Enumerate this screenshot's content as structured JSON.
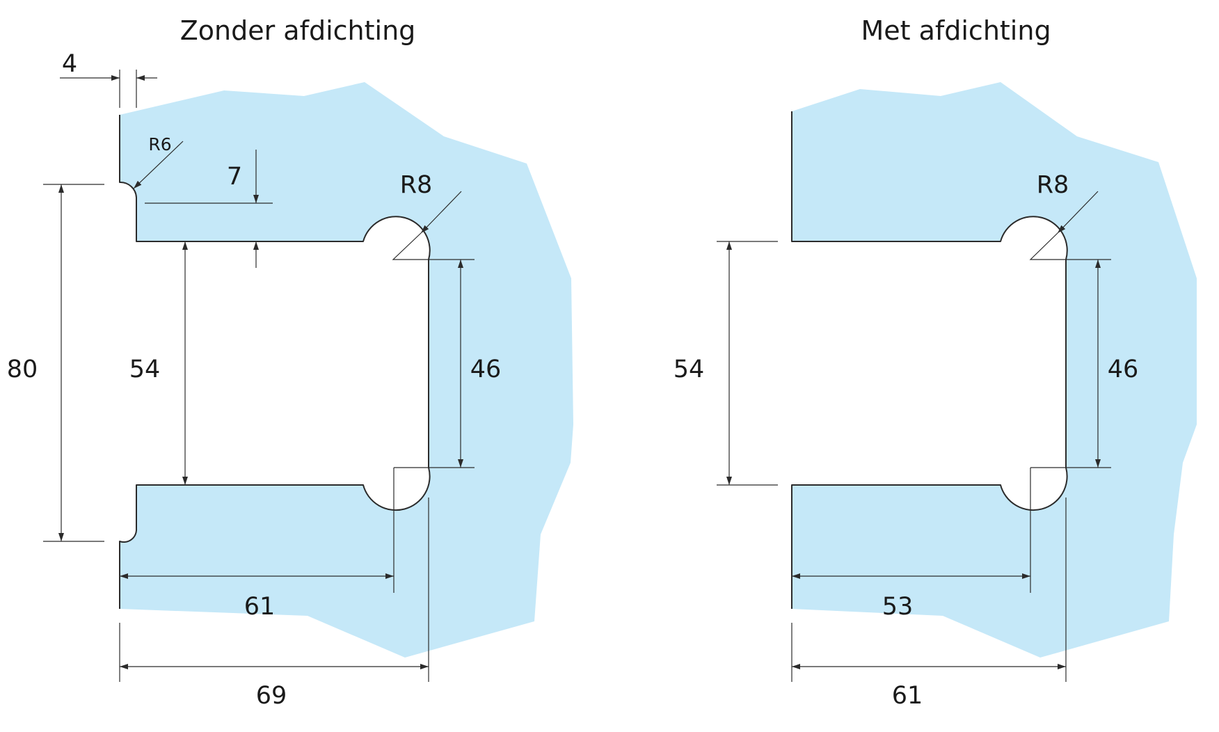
{
  "left": {
    "title": "Zonder afdichting",
    "dims": {
      "d4": "4",
      "r6": "R6",
      "d7": "7",
      "r8": "R8",
      "d80": "80",
      "d54": "54",
      "d46": "46",
      "d61": "61",
      "d69": "69"
    }
  },
  "right": {
    "title": "Met afdichting",
    "dims": {
      "r8": "R8",
      "d54": "54",
      "d46": "46",
      "d53": "53",
      "d61": "61"
    }
  },
  "colors": {
    "glass": "#c5e8f8",
    "line": "#2b2b2b"
  }
}
